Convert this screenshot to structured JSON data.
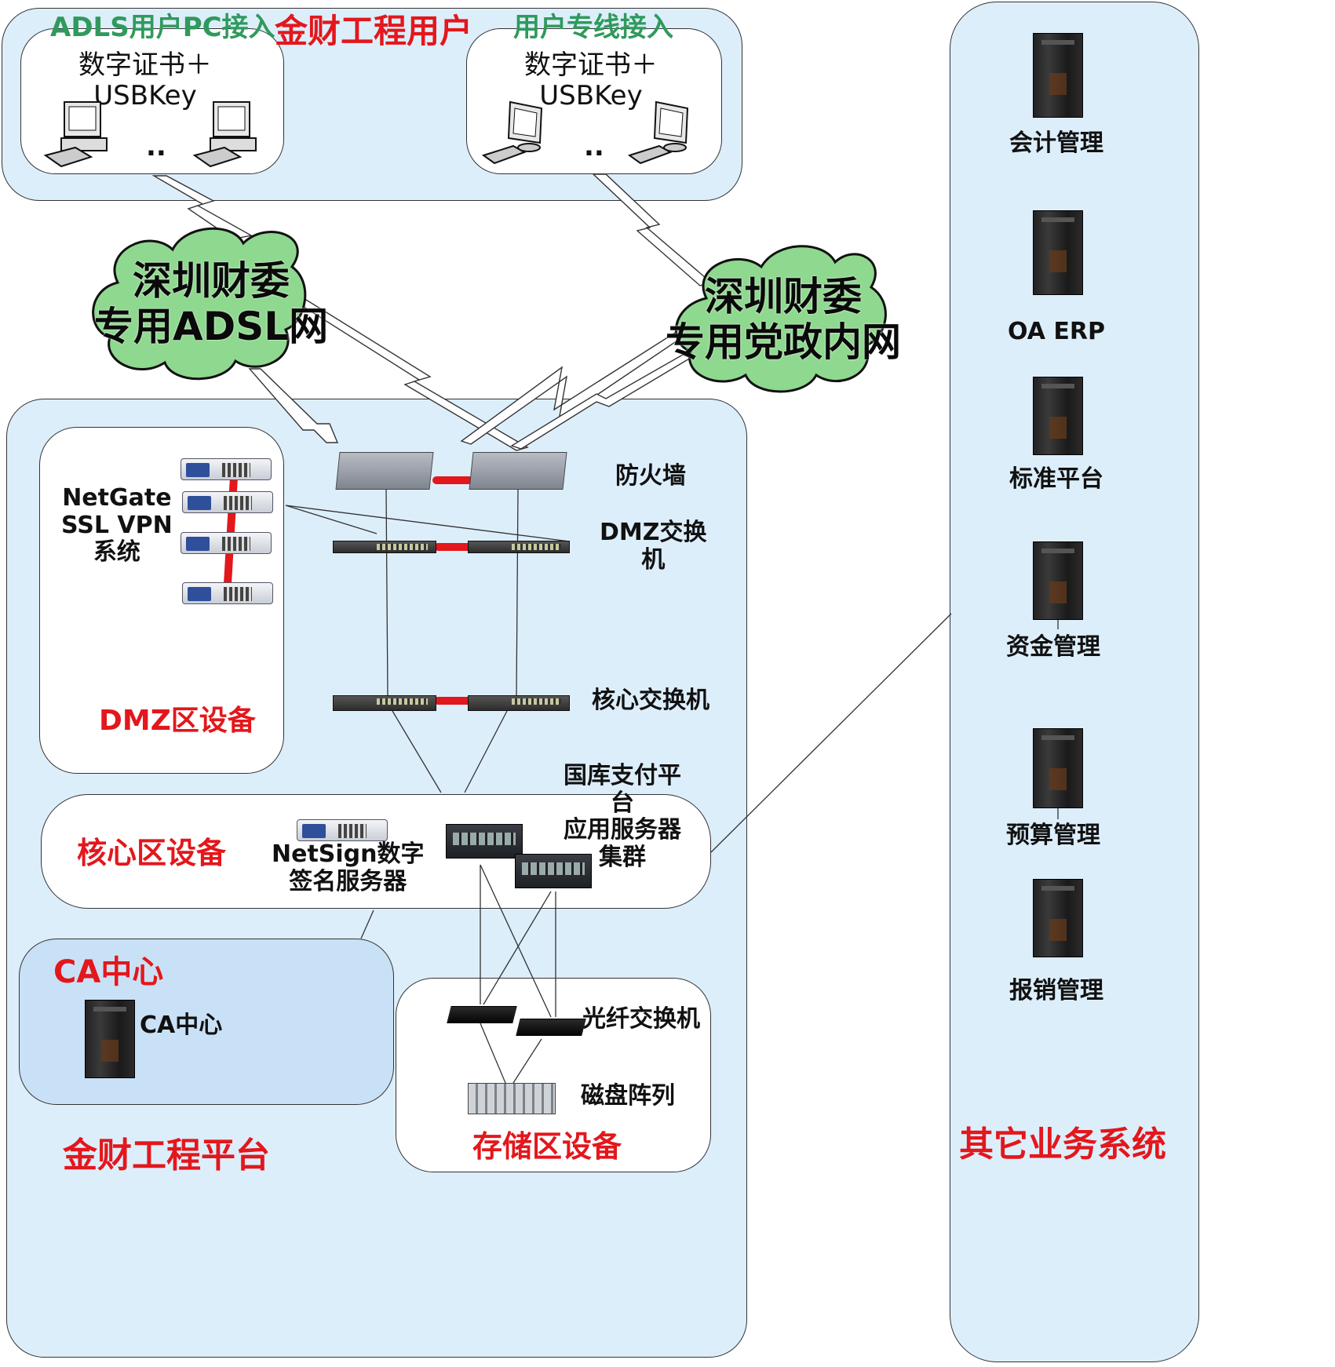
{
  "top": {
    "title": "金财工程用户",
    "left_header": "ADLS用户PC接入",
    "right_header": "用户专线接入",
    "cert_line1": "数字证书＋",
    "cert_line2": "USBKey",
    "ellipsis": ".."
  },
  "clouds": {
    "left_line1": "深圳财委",
    "left_line2": "专用ADSL网",
    "right_line1": "深圳财委",
    "right_line2": "专用党政内网"
  },
  "platform": {
    "title": "金财工程平台",
    "dmz": {
      "title": "DMZ区设备",
      "vpn_line1": "NetGate",
      "vpn_line2": "SSL  VPN",
      "vpn_line3": "系统"
    },
    "firewall": "防火墙",
    "dmz_switch_line1": "DMZ交换",
    "dmz_switch_line2": "机",
    "core_switch": "核心交换机",
    "core": {
      "title": "核心区设备",
      "netsign_line1": "NetSign数字",
      "netsign_line2": "签名服务器",
      "app_line1": "国库支付平",
      "app_line2": "台",
      "app_line3": "应用服务器",
      "app_line4": "集群"
    },
    "ca": {
      "title": "CA中心",
      "server_label": "CA中心"
    },
    "storage": {
      "title": "存储区设备",
      "fiber_switch": "光纤交换机",
      "disk_array": "磁盘阵列"
    }
  },
  "other": {
    "title": "其它业务系统",
    "systems": [
      "会计管理",
      "OA  ERP",
      "标准平台",
      "资金管理",
      "预算管理",
      "报销管理"
    ]
  },
  "colors": {
    "region_fill": "#ddeefb",
    "ca_fill": "#c9e1f6",
    "accent_red": "#e3171c",
    "accent_green": "#2f9a5c",
    "cloud_green": "#8fd88f",
    "link_red": "#e3171c"
  }
}
